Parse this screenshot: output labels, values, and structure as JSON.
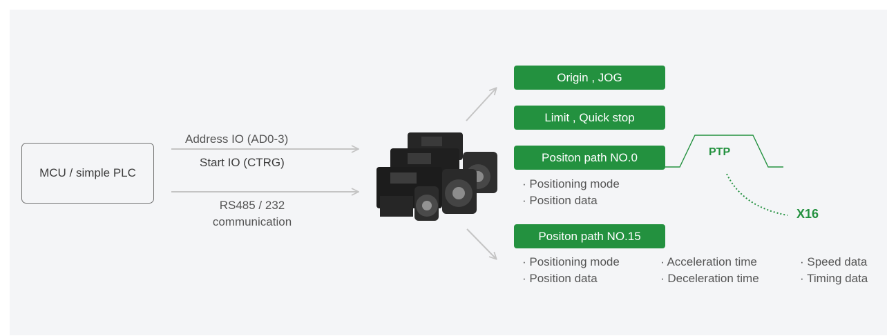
{
  "mcu": {
    "label": "MCU / simple PLC"
  },
  "signals": {
    "address_io": "Address IO (AD0-3)",
    "start_io": "Start IO (CTRG)",
    "comm_line1": "RS485 / 232",
    "comm_line2": "communication"
  },
  "functions": {
    "origin_jog": "Origin , JOG",
    "limit_stop": "Limit , Quick stop",
    "path0": "Positon path NO.0",
    "path15": "Positon path NO.15"
  },
  "path0_items": [
    "Positioning mode",
    "Position data"
  ],
  "path15_items": {
    "col1": [
      "Positioning mode",
      "Position data"
    ],
    "col2": [
      "Acceleration time",
      "Deceleration time"
    ],
    "col3": [
      "Speed data",
      "Timing data"
    ]
  },
  "ptp": {
    "label": "PTP",
    "multiplier": "X16"
  },
  "colors": {
    "green": "#23913f",
    "arrow_gray": "#c4c4c4",
    "panel": "#f4f5f7"
  }
}
